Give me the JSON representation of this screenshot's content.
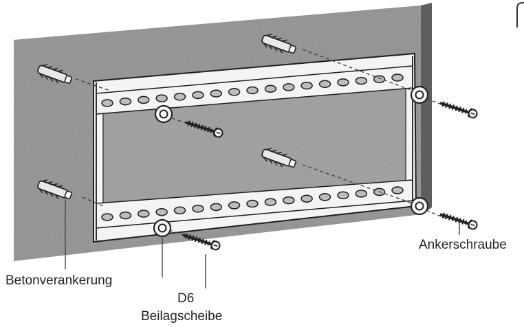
{
  "labels": {
    "concrete_anchor": "Betonverankerung",
    "anchor_screw": "Ankerschraube",
    "washer_size": "D6",
    "washer": "Beilagscheibe"
  },
  "colors": {
    "wall": "#8f8f8f",
    "wall_shadow": "#5e5e5e",
    "bracket": "#f4f4f4",
    "bracket_edge": "#9a9a9a",
    "hole": "#bdbdbd",
    "dark": "#1e1e1e",
    "leader": "#555555"
  },
  "icons": {
    "anchor": "wall-plug-icon",
    "screw": "screw-icon",
    "washer": "washer-icon"
  }
}
